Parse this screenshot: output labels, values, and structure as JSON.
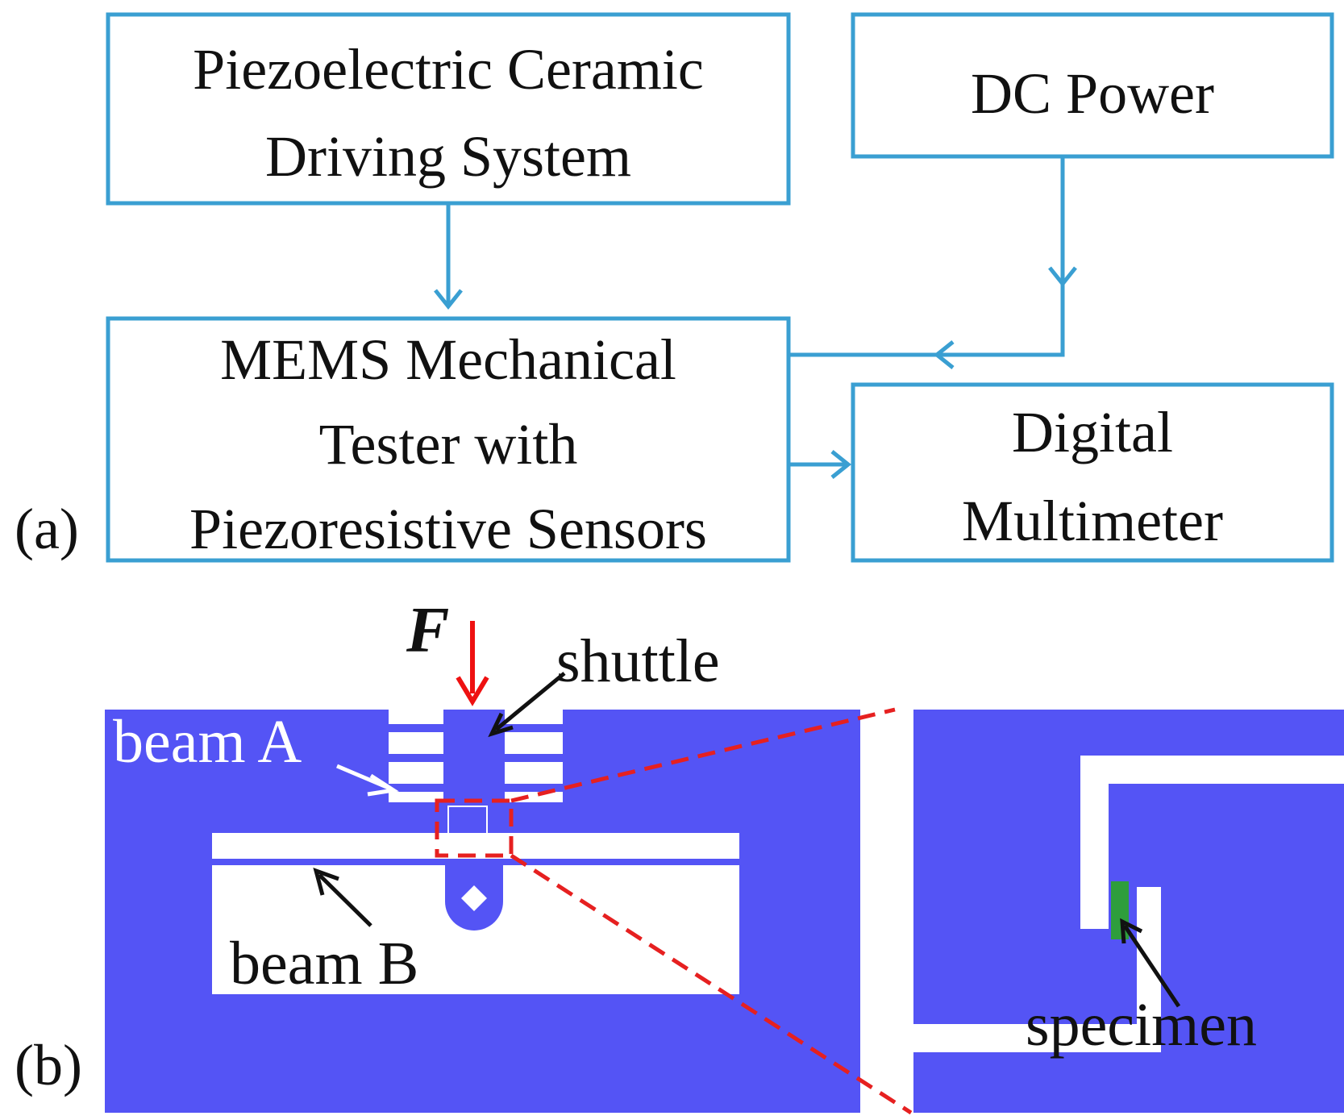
{
  "panel_a": {
    "label": "(a)",
    "box_piezo": {
      "line1": "Piezoelectric Ceramic",
      "line2": "Driving System"
    },
    "box_dc": {
      "line1": "DC Power"
    },
    "box_mems": {
      "line1": "MEMS Mechanical",
      "line2": "Tester with",
      "line3": "Piezoresistive Sensors"
    },
    "box_dmm": {
      "line1": "Digital",
      "line2": "Multimeter"
    }
  },
  "panel_b": {
    "label": "(b)",
    "force": "F",
    "shuttle": "shuttle",
    "beam_a": "beam A",
    "beam_b": "beam B",
    "specimen": "specimen"
  },
  "colors": {
    "box_stroke": "#3a9fd2",
    "device": "#5454f5",
    "zoom_line": "#e62020",
    "force_arrow": "#ee1111",
    "specimen": "#2e9e3c"
  }
}
